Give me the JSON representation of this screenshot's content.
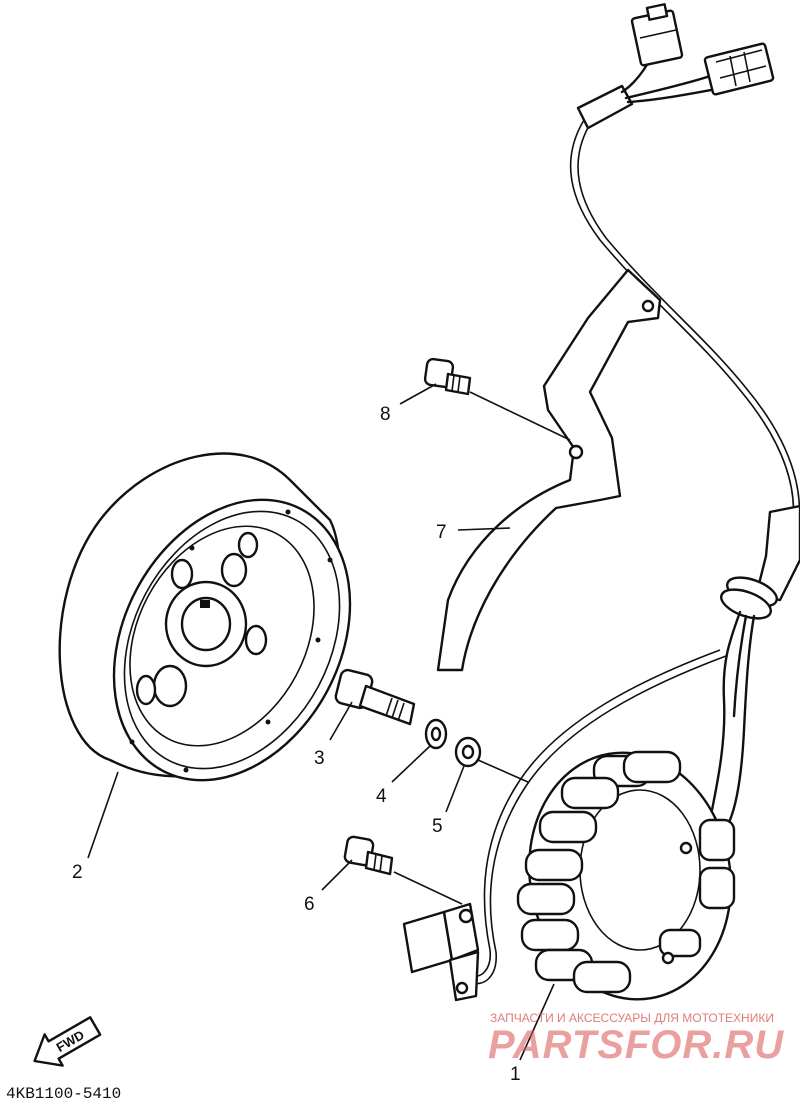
{
  "parts": [
    {
      "number": "1",
      "name": "stator-assembly"
    },
    {
      "number": "2",
      "name": "rotor-flywheel"
    },
    {
      "number": "3",
      "name": "rotor-bolt"
    },
    {
      "number": "4",
      "name": "washer-small"
    },
    {
      "number": "5",
      "name": "washer-large"
    },
    {
      "number": "6",
      "name": "pickup-screw"
    },
    {
      "number": "7",
      "name": "lead-holder-bracket"
    },
    {
      "number": "8",
      "name": "bracket-screw"
    }
  ],
  "direction_marker": {
    "label": "FWD",
    "icon": "forward-arrow-icon"
  },
  "diagram_code": "4KB1100-5410",
  "watermark": {
    "subtitle": "ЗАПЧАСТИ И АКСЕССУАРЫ ДЛЯ МОТОТЕХНИКИ",
    "brand": "PARTSFOR.RU",
    "color": "#d9534f"
  }
}
